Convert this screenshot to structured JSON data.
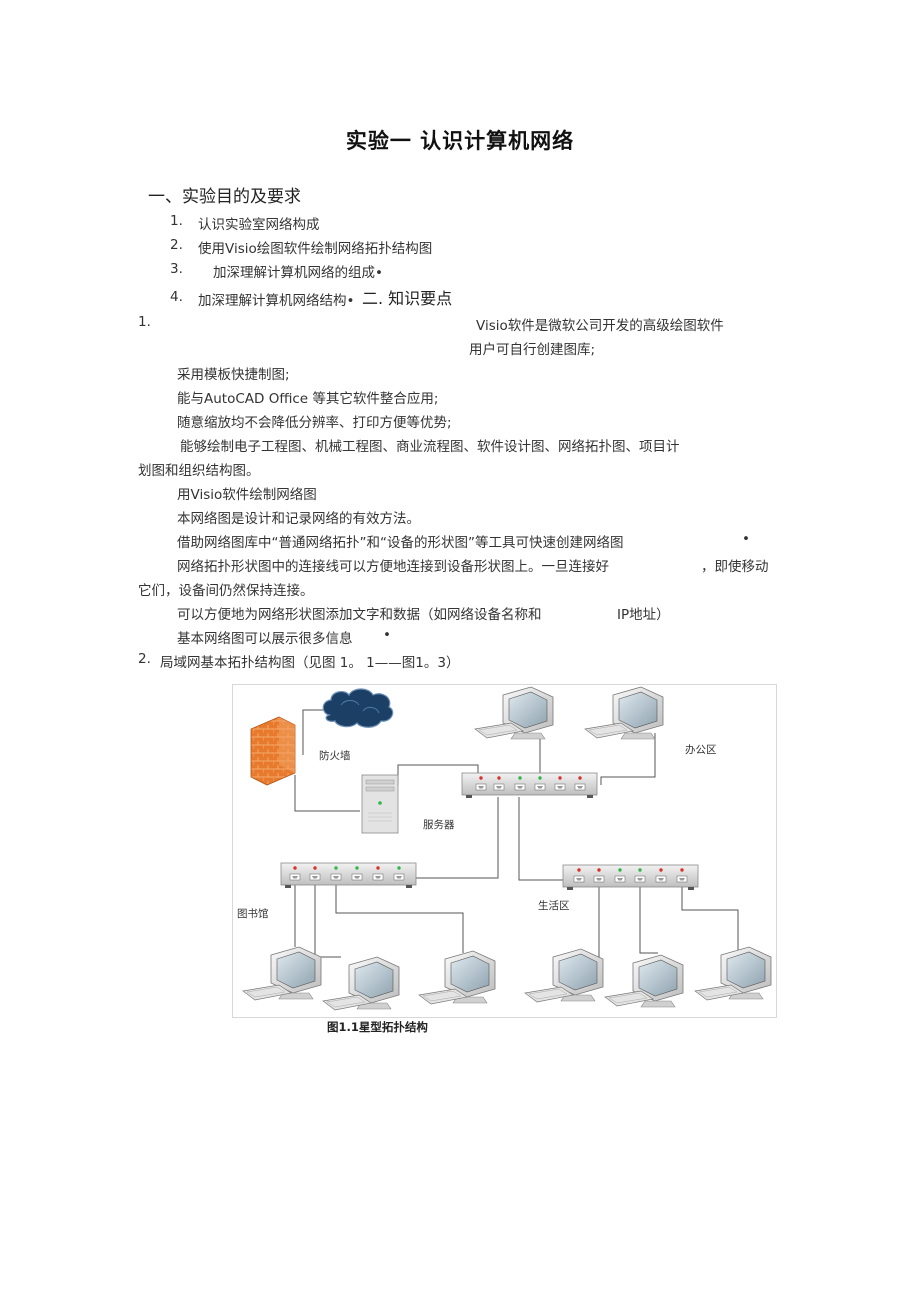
{
  "doc": {
    "title": "实验一  认识计算机网络",
    "section1": "一、实验目的及要求",
    "goals": [
      {
        "num": "1.",
        "text": "认识实验室网络构成"
      },
      {
        "num": "2.",
        "text": "使用Visio绘图软件绘制网络拓扑结构图"
      },
      {
        "num": "3.",
        "text": "加深理解计算机网络的组成•"
      },
      {
        "num": "4.",
        "text": "加深理解计算机网络结构•"
      }
    ],
    "section2": "二. 知识要点",
    "point1_num": "1.",
    "point1_line1": "Visio软件是微软公司开发的高级绘图软件",
    "point1_line2": "用户可自行创建图库;",
    "p_template": "采用模板快捷制图;",
    "p_autocad": "能与AutoCAD Office 等其它软件整合应用;",
    "p_zoom": "随意缩放均不会降低分辨率、打印方便等优势;",
    "p_draw_line1": "能够绘制电子工程图、机械工程图、商业流程图、软件设计图、网络拓扑图、项目计",
    "p_draw_line2": "划图和组织结构图。",
    "p_use_visio": "用Visio软件绘制网络图",
    "p_network_map": "本网络图是设计和记录网络的有效方法。",
    "p_library": "借助网络图库中“普通网络拓扑”和“设备的形状图”等工具可快速创建网络图",
    "bullet": "•",
    "p_connect_a": "网络拓扑形状图中的连接线可以方便地连接到设备形状图上。一旦连接好",
    "p_connect_b": "，即使移动",
    "p_connect_line2": "它们，设备间仍然保持连接。",
    "p_addtext_a": "可以方便地为网络形状图添加文字和数据（如网络设备名称和",
    "p_addtext_b": "IP地址）",
    "p_info": "基本网络图可以展示很多信息",
    "point2_num": "2.",
    "point2_text": "局域网基本拓扑结构图（见图  1。  1——图1。3）",
    "caption": "图1.1星型拓扑结构"
  },
  "diagram": {
    "labels": {
      "firewall": "防火墙",
      "server": "服务器",
      "office": "办公区",
      "library": "图书馆",
      "dorm": "生活区"
    },
    "colors": {
      "cloud": "#1c3f66",
      "firewall": "#e77a2c",
      "switch": "#e6e6e6",
      "led_red": "#d8322c",
      "led_green": "#33b54a",
      "line": "#555555"
    },
    "icons": [
      "cloud-icon",
      "firewall-icon",
      "server-icon",
      "switch-icon",
      "computer-icon",
      "keyboard-icon"
    ]
  }
}
